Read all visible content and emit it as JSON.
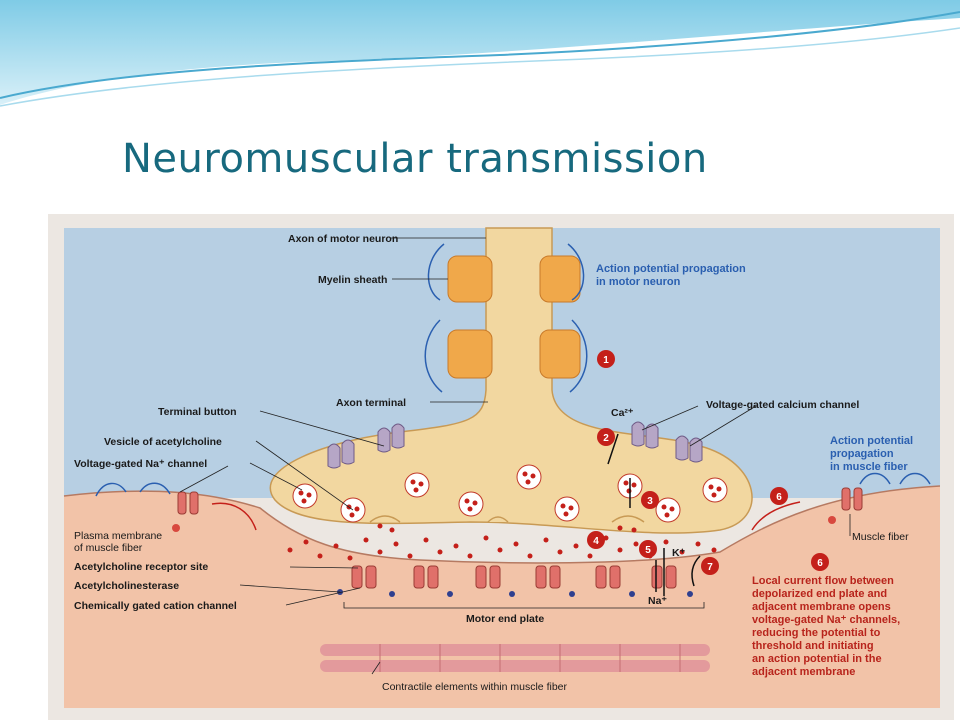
{
  "slide": {
    "title": "Neuromuscular transmission"
  },
  "labels": {
    "axon_of_motor_neuron": "Axon of motor neuron",
    "myelin_sheath": "Myelin sheath",
    "axon_terminal": "Axon terminal",
    "terminal_button": "Terminal button",
    "vesicle_of_acetylcholine": "Vesicle of acetylcholine",
    "voltage_gated_na_channel": "Voltage-gated Na⁺ channel",
    "plasma_membrane_line1": "Plasma membrane",
    "plasma_membrane_line2": "of muscle fiber",
    "acetylcholine_receptor_site": "Acetylcholine receptor site",
    "acetylcholinesterase": "Acetylcholinesterase",
    "chemically_gated_cation_channel": "Chemically gated cation channel",
    "motor_end_plate": "Motor end plate",
    "contractile_elements": "Contractile elements within muscle fiber",
    "voltage_gated_calcium_channel": "Voltage-gated calcium channel",
    "muscle_fiber": "Muscle fiber",
    "ca_ion": "Ca²⁺",
    "k_ion": "K⁺",
    "na_ion": "Na⁺"
  },
  "blue_notes": {
    "ap_motor_line1": "Action potential propagation",
    "ap_motor_line2": "in motor neuron",
    "ap_muscle_line1": "Action potential",
    "ap_muscle_line2": "propagation",
    "ap_muscle_line3": "in muscle fiber"
  },
  "red_note": {
    "line1": "Local current flow between",
    "line2": "depolarized end plate and",
    "line3": "adjacent membrane opens",
    "line4": "voltage-gated Na⁺ channels,",
    "line5": "reducing the potential to",
    "line6": "threshold and initiating",
    "line7": "an action potential in the",
    "line8": "adjacent membrane"
  },
  "steps": {
    "s1": "1",
    "s2": "2",
    "s3": "3",
    "s4": "4",
    "s5": "5",
    "s6a": "6",
    "s6b": "6",
    "s7": "7"
  },
  "colors": {
    "title": "#17697e",
    "extracellular": "#b7cfe3",
    "neuron": "#f2d7a0",
    "myelin": "#f0a84a",
    "muscle": "#f2c3a8",
    "step_badge": "#c4201a",
    "blue_text": "#2a5fb0"
  }
}
